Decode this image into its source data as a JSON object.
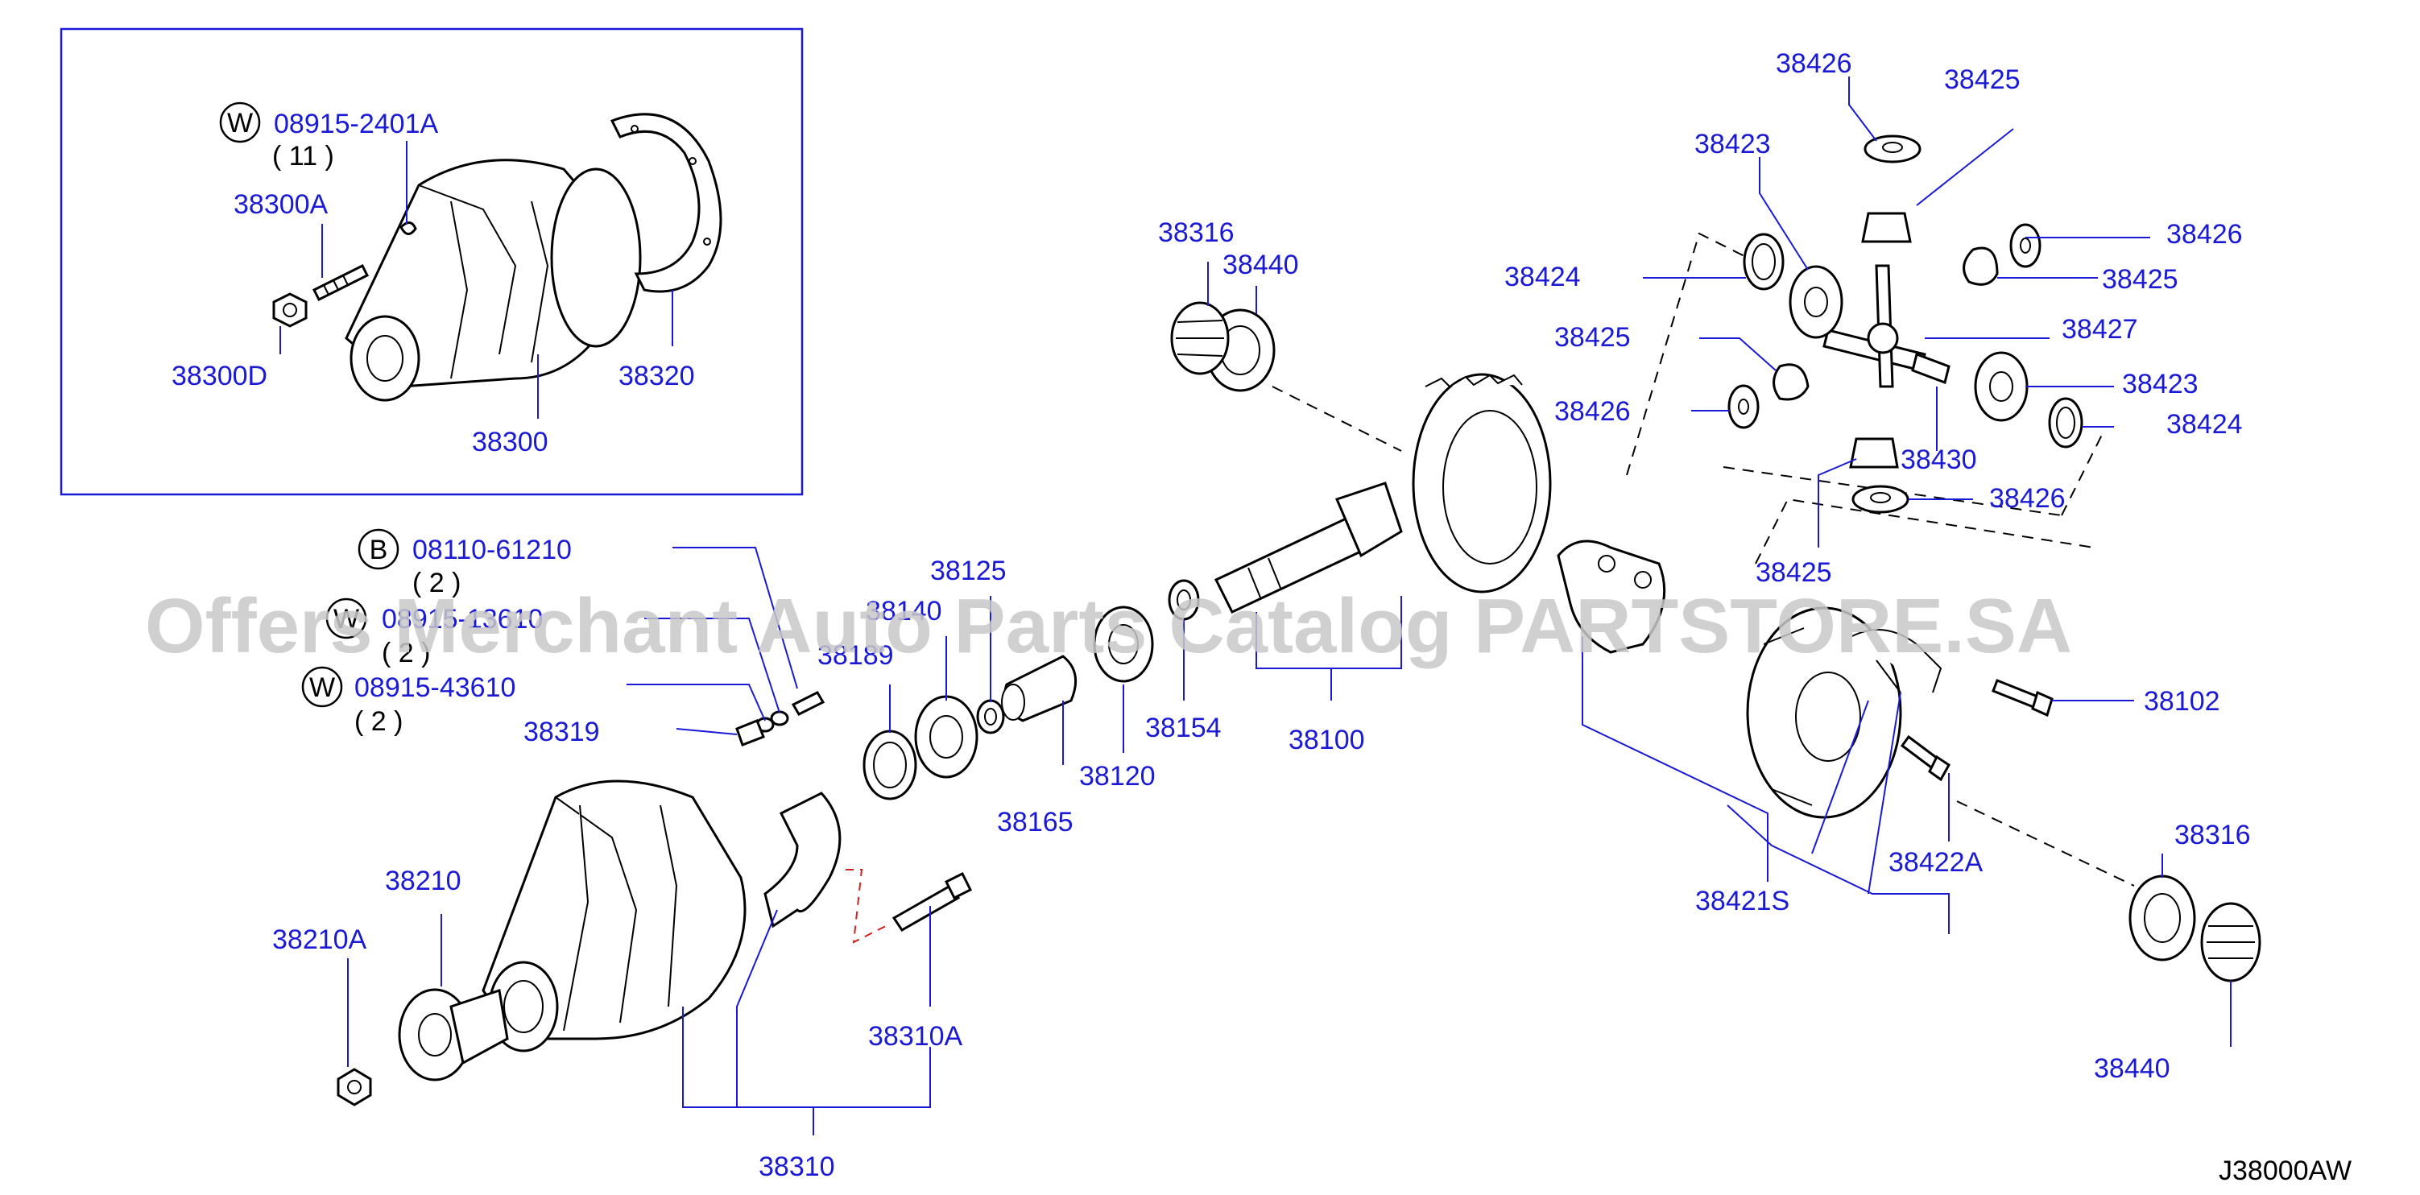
{
  "diagram": {
    "code": "J38000AW",
    "watermark": "Offers Merchant Auto Parts Catalog PARTSTORE.SA"
  },
  "labels": {
    "p08915_2401A": "08915-2401A",
    "q11": "( 11 )",
    "p38300A": "38300A",
    "p38300D": "38300D",
    "p38300": "38300",
    "p38320": "38320",
    "p08110_61210": "08110-61210",
    "q2a": "( 2 )",
    "p08915_13610": "08915-13610",
    "q2b": "( 2 )",
    "p08915_43610": "08915-43610",
    "q2c": "( 2 )",
    "p38319": "38319",
    "p38189": "38189",
    "p38140": "38140",
    "p38125": "38125",
    "p38165": "38165",
    "p38120": "38120",
    "p38154": "38154",
    "p38100": "38100",
    "p38316a": "38316",
    "p38440a": "38440",
    "p38210": "38210",
    "p38210A": "38210A",
    "p38310A": "38310A",
    "p38310": "38310",
    "p38426a": "38426",
    "p38425a": "38425",
    "p38423a": "38423",
    "p38426b": "38426",
    "p38425b": "38425",
    "p38424a": "38424",
    "p38427": "38427",
    "p38425c": "38425",
    "p38423b": "38423",
    "p38426c": "38426",
    "p38424b": "38424",
    "p38430": "38430",
    "p38426d": "38426",
    "p38425d": "38425",
    "p38102": "38102",
    "p38422A": "38422A",
    "p38421S": "38421S",
    "p38316b": "38316",
    "p38440b": "38440"
  },
  "badges": {
    "w": "W",
    "b": "B"
  },
  "colors": {
    "label": "#1a1ad6",
    "line": "#000000",
    "watermark": "#c8c8c8"
  }
}
